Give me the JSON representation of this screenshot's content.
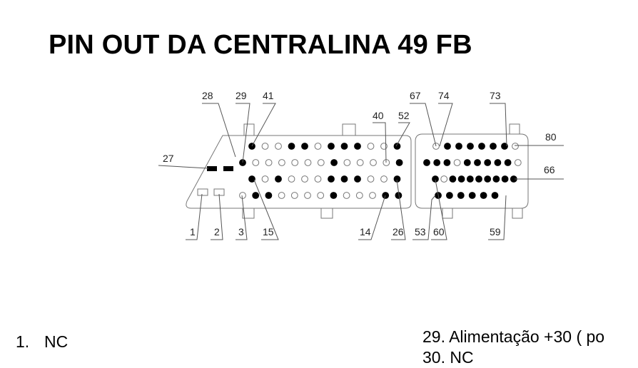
{
  "title": "PIN OUT DA CENTRALINA 49 FB",
  "connector_labels": {
    "p1": "1",
    "p2": "2",
    "p3": "3",
    "p14": "14",
    "p15": "15",
    "p26": "26",
    "p27": "27",
    "p28": "28",
    "p29": "29",
    "p40": "40",
    "p41": "41",
    "p52": "52",
    "p53": "53",
    "p59": "59",
    "p60": "60",
    "p66": "66",
    "p67": "67",
    "p73": "73",
    "p74": "74",
    "p80": "80"
  },
  "pin_list_left": [
    {
      "number": "1.",
      "text": "NC"
    }
  ],
  "pin_list_right": [
    {
      "text": "29. Alimentação +30 ( po"
    },
    {
      "text": "30. NC"
    }
  ],
  "colors": {
    "pin_filled": "#000000",
    "pin_hollow": "#ffffff",
    "lines": "#555555"
  }
}
